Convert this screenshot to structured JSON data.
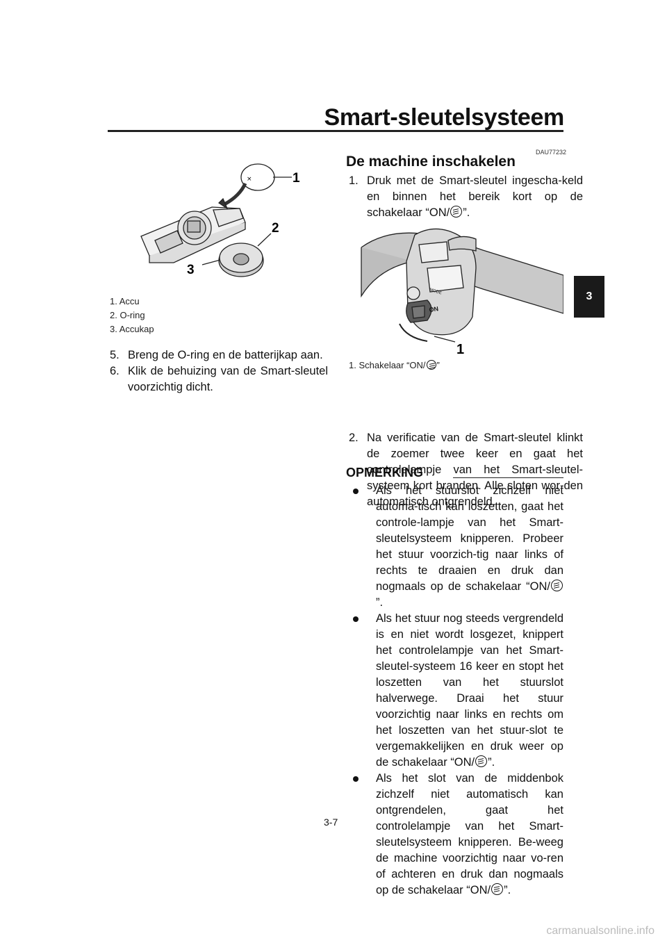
{
  "header": {
    "title": "Smart-sleutelsysteem",
    "chapter_tab": "3",
    "doc_code": "DAU77232"
  },
  "figure1": {
    "callouts": [
      "1",
      "2",
      "3"
    ],
    "captions": [
      "1. Accu",
      "2. O-ring",
      "3. Accukap"
    ]
  },
  "left_steps": [
    {
      "n": "5.",
      "text": "Breng de O-ring en de batterijkap aan."
    },
    {
      "n": "6.",
      "text": "Klik de behuizing van de Smart-sleutel voorzichtig dicht."
    }
  ],
  "section": {
    "heading": "De machine inschakelen",
    "step1_n": "1.",
    "step1_text": "Druk met de Smart-sleutel ingescha-keld en binnen het bereik kort op de schakelaar “ON/",
    "step1_end": "”.",
    "figure2": {
      "callout": "1",
      "switch_on": "ON",
      "mode": "MODE",
      "caption_prefix": "1. Schakelaar “ON/",
      "caption_suffix": "”"
    },
    "step2_n": "2.",
    "step2_text": "Na verificatie van de Smart-sleutel klinkt de zoemer twee keer en gaat het controlelampje van het Smart-sleutel-systeem kort branden. Alle sloten wor-den automatisch ontgrendeld."
  },
  "note": {
    "heading": "OPMERKING",
    "bullets": [
      {
        "text": "Als het stuurslot zichzelf niet automa-tisch kan loszetten, gaat het controle-lampje van het Smart-sleutelsysteem knipperen. Probeer het stuur voorzich-tig naar links of rechts te draaien en druk dan nogmaals op de schakelaar “ON/",
        "end": "”."
      },
      {
        "text": "Als het stuur nog steeds vergrendeld is en niet wordt losgezet, knippert het controlelampje van het Smart-sleutel-systeem 16 keer en stopt het loszetten van het stuurslot halverwege. Draai het stuur voorzichtig naar links en rechts om het loszetten van het stuur-slot te vergemakkelijken en druk weer op de schakelaar “ON/",
        "end": "”."
      },
      {
        "text": "Als het slot van de middenbok zichzelf niet automatisch kan ontgrendelen, gaat het controlelampje van het Smart-sleutelsysteem knipperen. Be-weeg de machine voorzichtig naar vo-ren of achteren en druk dan nogmaals op de schakelaar “ON/",
        "end": "”."
      }
    ]
  },
  "footer": {
    "page_number": "3-7",
    "watermark": "carmanualsonline.info"
  }
}
